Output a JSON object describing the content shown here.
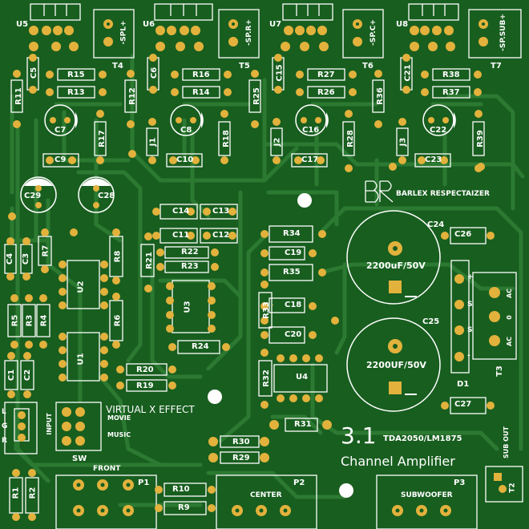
{
  "board": {
    "title_number": "3.1",
    "title_chip": "TDA2050/LM1875",
    "title_main": "Channel Amplifier",
    "brand": "BARLEX RESPECTAIZER",
    "effect_title": "VIRTUAL X EFFECT",
    "effect_movie": "MOVIE",
    "effect_music": "MUSIC",
    "switch": "SW"
  },
  "connectors": {
    "front": "FRONT",
    "center": "CENTER",
    "subwoofer": "SUBWOOFER",
    "sub_out": "SUB OUT",
    "input": "INPUT",
    "input_pins": [
      "L",
      "G",
      "R"
    ],
    "p1": "P1",
    "p2": "P2",
    "p3": "P3",
    "t2": "T2",
    "t3": "T3",
    "t3_pins": [
      "AC",
      "0",
      "AC"
    ],
    "d1": "D1",
    "d1_pins": [
      "+",
      "S",
      "S",
      "-"
    ]
  },
  "terminals": {
    "t4": "T4",
    "t5": "T5",
    "t6": "T6",
    "t7": "T7",
    "t4_label": "-SPL+",
    "t5_label": "-SP.R+",
    "t6_label": "-SP.C+",
    "t7_label": "-SP.SUB+"
  },
  "ics": {
    "u1": "U1",
    "u2": "U2",
    "u3": "U3",
    "u4": "U4",
    "u5": "U5",
    "u6": "U6",
    "u7": "U7",
    "u8": "U8"
  },
  "caps_big": {
    "c24": "C24",
    "c25": "C25",
    "c24_value": "2200uF/50V",
    "c25_value": "2200UF/50V"
  },
  "caps_elec": {
    "c7": "C7",
    "c8": "C8",
    "c16": "C16",
    "c22": "C22",
    "c28": "C28",
    "c29": "C29"
  },
  "caps": {
    "c1": "C1",
    "c2": "C2",
    "c3": "C3",
    "c4": "C4",
    "c5": "C5",
    "c6": "C6",
    "c9": "C9",
    "c10": "C10",
    "c11": "C11",
    "c12": "C12",
    "c13": "C13",
    "c14": "C14",
    "c15": "C15",
    "c17": "C17",
    "c18": "C18",
    "c19": "C19",
    "c20": "C20",
    "c21": "C21",
    "c23": "C23",
    "c26": "C26",
    "c27": "C27"
  },
  "res": {
    "r1": "R1",
    "r2": "R2",
    "r3": "R3",
    "r4": "R4",
    "r5": "R5",
    "r6": "R6",
    "r7": "R7",
    "r8": "R8",
    "r9": "R9",
    "r10": "R10",
    "r11": "R11",
    "r12": "R12",
    "r13": "R13",
    "r14": "R14",
    "r15": "R15",
    "r16": "R16",
    "r17": "R17",
    "r18": "R18",
    "r19": "R19",
    "r20": "R20",
    "r21": "R21",
    "r22": "R22",
    "r23": "R23",
    "r24": "R24",
    "r25": "R25",
    "r26": "R26",
    "r27": "R27",
    "r28": "R28",
    "r29": "R29",
    "r30": "R30",
    "r31": "R31",
    "r32": "R32",
    "r33": "R33",
    "r34": "R34",
    "r35": "R35",
    "r36": "R36",
    "r37": "R37",
    "r38": "R38",
    "r39": "R39"
  },
  "jumpers": {
    "j1": "J1",
    "j2": "J2",
    "j3": "J3"
  },
  "colors": {
    "board": "#185e1f",
    "trace": "#2c7a32",
    "pad": "#e2b23c",
    "silk": "#ffffff"
  }
}
